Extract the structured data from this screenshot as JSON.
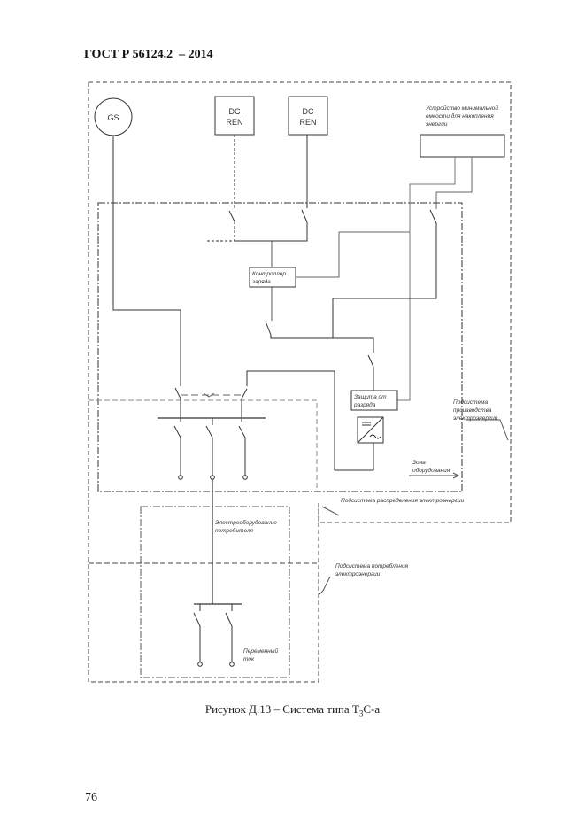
{
  "header": {
    "title": "ГОСТ Р 56124.2  – 2014"
  },
  "figure": {
    "caption_prefix": "Рисунок Д.13 – Система типа Т",
    "caption_sub": "3",
    "caption_suffix": "С-а"
  },
  "page": {
    "number": "76"
  },
  "diagram": {
    "sources": {
      "gs": "GS",
      "dc_ren_1": [
        "DC",
        "REN"
      ],
      "dc_ren_2": [
        "DC",
        "REN"
      ]
    },
    "storage_device": [
      "Устройство минимальной",
      "емкости для накопления",
      "энергии"
    ],
    "charge_controller": [
      "Контроллер",
      "заряда"
    ],
    "discharge_protection": [
      "Защита от",
      "разряда"
    ],
    "labels": {
      "equipment_zone": [
        "Зона",
        "оборудования"
      ],
      "generation_subsystem": [
        "Подсистема",
        "производства",
        "электроэнергии"
      ],
      "distribution_subsystem": "Подсистема распределения электроэнергии",
      "consumption_subsystem": [
        "Подсистема потребления",
        "электроэнергии"
      ],
      "consumer_equipment": [
        "Электрооборудование",
        "потребителя"
      ],
      "alternating_current": [
        "Переменный",
        "ток"
      ]
    }
  }
}
